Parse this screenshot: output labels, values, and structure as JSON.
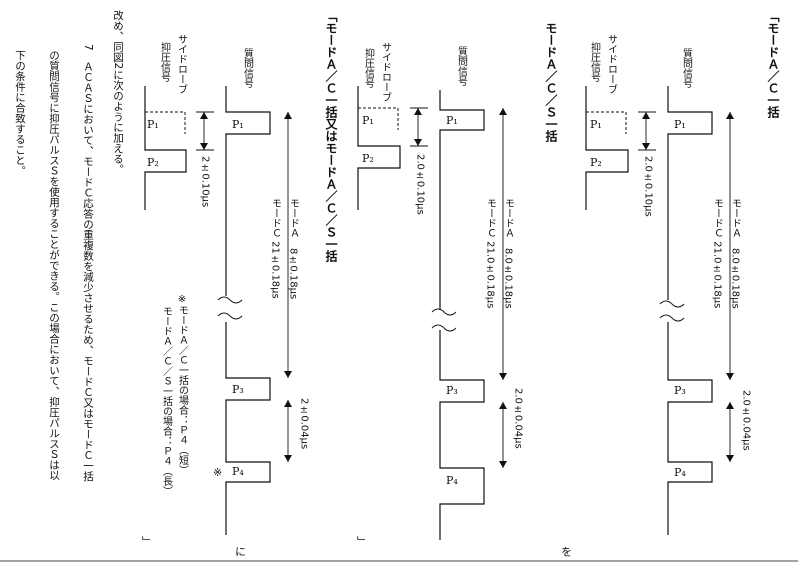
{
  "header_lines": {
    "line1": "改め、同図2に次のように加える。",
    "line2": "7　ＡＣＡＳにおいて、モードＣ応答の重複数を減少させるため、モードＣ又はモードＣ一括",
    "line3": "の質問信号に抑圧パルスＳを使用することができる。この場合において、抑圧パルスＳは以",
    "line4": "下の条件に合致すること。"
  },
  "labels": {
    "interrogation": "質問信号",
    "sidelobe": "サイドローブ",
    "suppression": "抑圧信号"
  },
  "pulses": {
    "p1": "P₁",
    "p2": "P₂",
    "p3": "P₃",
    "p4": "P₄"
  },
  "diagrams": {
    "d1": {
      "title": "「モードＡ／Ｃ一括",
      "gap": "2.0±0.10μs",
      "mode_a": "モードＡ　8.0±0.18μs",
      "mode_c": "モードＣ 21.0±0.18μs",
      "p3p4": "2.0±0.04μs"
    },
    "d2": {
      "title": "モードＡ／Ｃ／Ｓ一括",
      "gap": "2.0±0.10μs",
      "mode_a": "モードＡ　8.0±0.18μs",
      "mode_c": "モードＣ 21.0±0.18μs",
      "p3p4": "2.0±0.04μs"
    },
    "d3": {
      "title": "「モードＡ／Ｃ一括又はモードＡ／Ｃ／Ｓ一括",
      "gap": "2±0.10μs",
      "mode_a": "モードＡ　8±0.18μs",
      "mode_c": "モードＣ 21±0.18μs",
      "p3p4": "2±0.04μs"
    }
  },
  "notes": {
    "note1": "※モードＡ／Ｃ一括の場合：Ｐ４（短）",
    "note2": "モードＡ／Ｃ／Ｓ一括の場合：Ｐ４（長）",
    "star": "※"
  },
  "connectors": {
    "wo": "を",
    "ni": "に",
    "close1": "」",
    "close2": "」"
  }
}
